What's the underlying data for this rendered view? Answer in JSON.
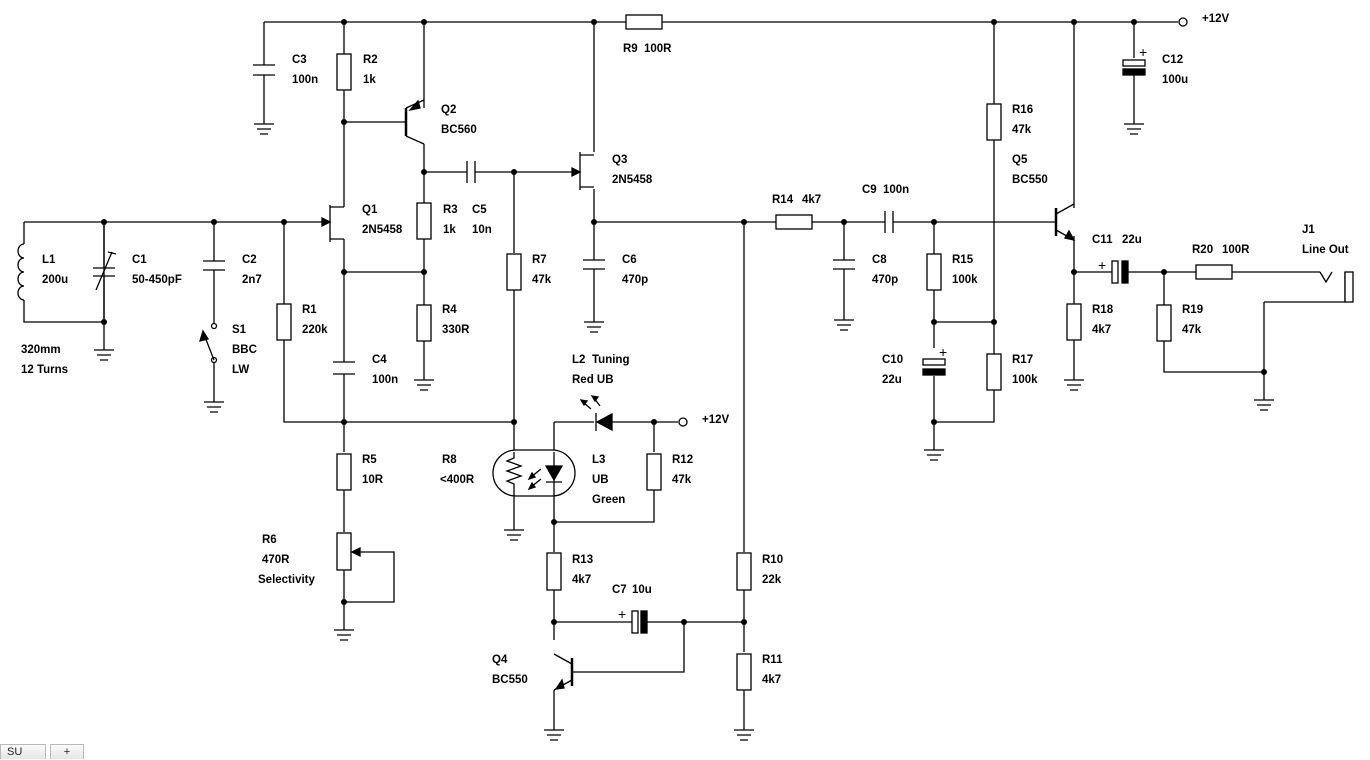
{
  "components": {
    "R1": {
      "ref": "R1",
      "value": "220k"
    },
    "R2": {
      "ref": "R2",
      "value": "1k"
    },
    "R3": {
      "ref": "R3",
      "value": "1k"
    },
    "R4": {
      "ref": "R4",
      "value": "330R"
    },
    "R5": {
      "ref": "R5",
      "value": "10R"
    },
    "R6": {
      "ref": "R6",
      "value": "470R",
      "note": "Selectivity"
    },
    "R7": {
      "ref": "R7",
      "value": "47k"
    },
    "R8": {
      "ref": "R8",
      "value": "<400R"
    },
    "R9": {
      "ref": "R9",
      "value": "100R"
    },
    "R10": {
      "ref": "R10",
      "value": "22k"
    },
    "R11": {
      "ref": "R11",
      "value": "4k7"
    },
    "R12": {
      "ref": "R12",
      "value": "47k"
    },
    "R13": {
      "ref": "R13",
      "value": "4k7"
    },
    "R14": {
      "ref": "R14",
      "value": "4k7"
    },
    "R15": {
      "ref": "R15",
      "value": "100k"
    },
    "R16": {
      "ref": "R16",
      "value": "47k"
    },
    "R17": {
      "ref": "R17",
      "value": "100k"
    },
    "R18": {
      "ref": "R18",
      "value": "4k7"
    },
    "R19": {
      "ref": "R19",
      "value": "47k"
    },
    "R20": {
      "ref": "R20",
      "value": "100R"
    },
    "C1": {
      "ref": "C1",
      "value": "50-450pF"
    },
    "C2": {
      "ref": "C2",
      "value": "2n7"
    },
    "C3": {
      "ref": "C3",
      "value": "100n"
    },
    "C4": {
      "ref": "C4",
      "value": "100n"
    },
    "C5": {
      "ref": "C5",
      "value": "10n"
    },
    "C6": {
      "ref": "C6",
      "value": "470p"
    },
    "C7": {
      "ref": "C7",
      "value": "10u"
    },
    "C8": {
      "ref": "C8",
      "value": "470p"
    },
    "C9": {
      "ref": "C9",
      "value": "100n"
    },
    "C10": {
      "ref": "C10",
      "value": "22u"
    },
    "C11": {
      "ref": "C11",
      "value": "22u"
    },
    "C12": {
      "ref": "C12",
      "value": "100u"
    },
    "Q1": {
      "ref": "Q1",
      "value": "2N5458"
    },
    "Q2": {
      "ref": "Q2",
      "value": "BC560"
    },
    "Q3": {
      "ref": "Q3",
      "value": "2N5458"
    },
    "Q4": {
      "ref": "Q4",
      "value": "BC550"
    },
    "Q5": {
      "ref": "Q5",
      "value": "BC550"
    },
    "L1": {
      "ref": "L1",
      "value": "200u",
      "note1": "320mm",
      "note2": "12 Turns"
    },
    "L2": {
      "ref": "L2",
      "value": "Tuning",
      "note": "Red UB"
    },
    "L3": {
      "ref": "L3",
      "value": "UB",
      "note": "Green"
    },
    "S1": {
      "ref": "S1",
      "pos1": "BBC",
      "pos2": "LW"
    },
    "J1": {
      "ref": "J1",
      "value": "Line Out"
    }
  },
  "supply": {
    "top": "+12V",
    "led": "+12V"
  },
  "polarity_mark": "+",
  "bottom_tabs": [
    "SU",
    "+"
  ]
}
